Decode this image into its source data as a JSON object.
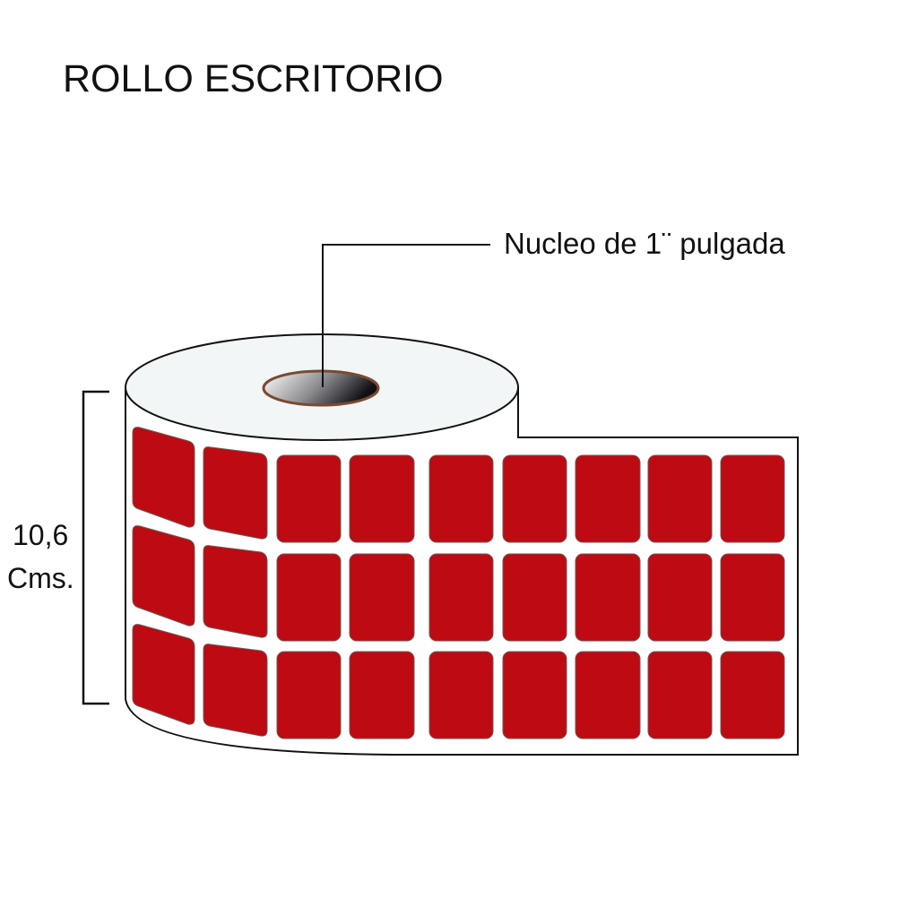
{
  "title": "ROLLO ESCRITORIO",
  "core_callout": "Nucleo de 1¨ pulgada",
  "dimension": {
    "value": "10,6",
    "unit": "Cms."
  },
  "labels": {
    "rows": 3,
    "flat_columns": 7,
    "curved_columns": 2,
    "color": "#BE0A12"
  },
  "colors": {
    "roll_top": "#F3F6F7",
    "core_rim": "#7A4A30"
  }
}
